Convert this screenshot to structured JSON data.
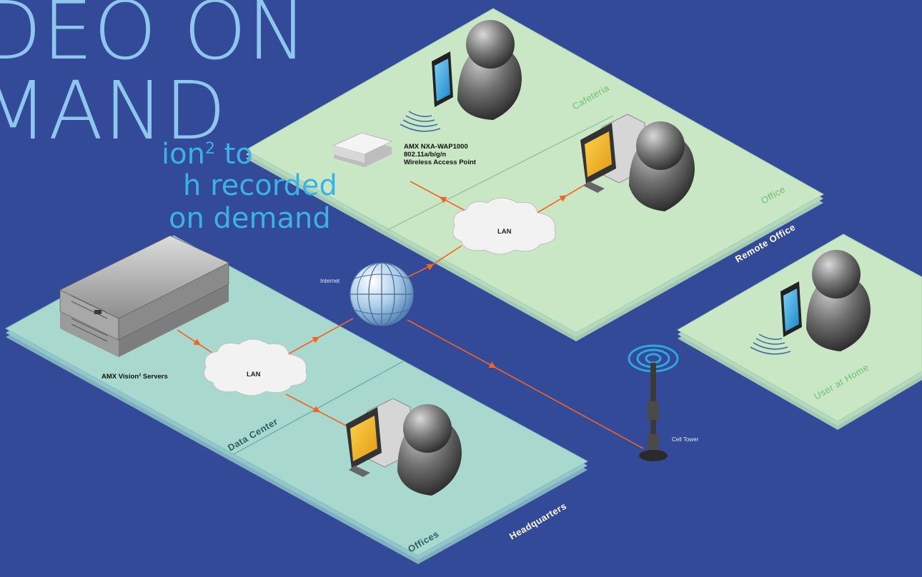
{
  "headline": {
    "line1": "DEO ON",
    "line2": "MAND",
    "sub1_a": "ion",
    "sub1_sup": "2",
    "sub1_b": " to",
    "sub2": "h recorded",
    "sub3": "on demand"
  },
  "zones": {
    "cafeteria": "Cafeteria",
    "office": "Office",
    "remote_office": "Remote Office",
    "user_at_home": "User at Home",
    "data_center": "Data Center",
    "offices": "Offices",
    "headquarters": "Headquarters"
  },
  "devices": {
    "wap_line1": "AMX NXA-WAP1000",
    "wap_line2": "802.11a/b/g/n",
    "wap_line3": "Wireless Access Point",
    "lan_remote": "LAN",
    "lan_hq": "LAN",
    "internet": "Internet",
    "servers": "AMX Vision² Servers",
    "cell_tower": "Cell Tower"
  },
  "colors": {
    "background": "#324a98",
    "remote_platform": "#c9e7c5",
    "hq_platform": "#a9d8cf",
    "zone_label": "#6cc06f",
    "link": "#f26522",
    "headline": "#8fc6ee",
    "subheadline": "#3cb1e6"
  },
  "icons": [
    "person-icon",
    "tablet-icon",
    "wifi-waves-icon",
    "desktop-computer-icon",
    "wireless-access-point-icon",
    "cloud-icon",
    "globe-icon",
    "rack-server-icon",
    "cell-tower-icon"
  ]
}
